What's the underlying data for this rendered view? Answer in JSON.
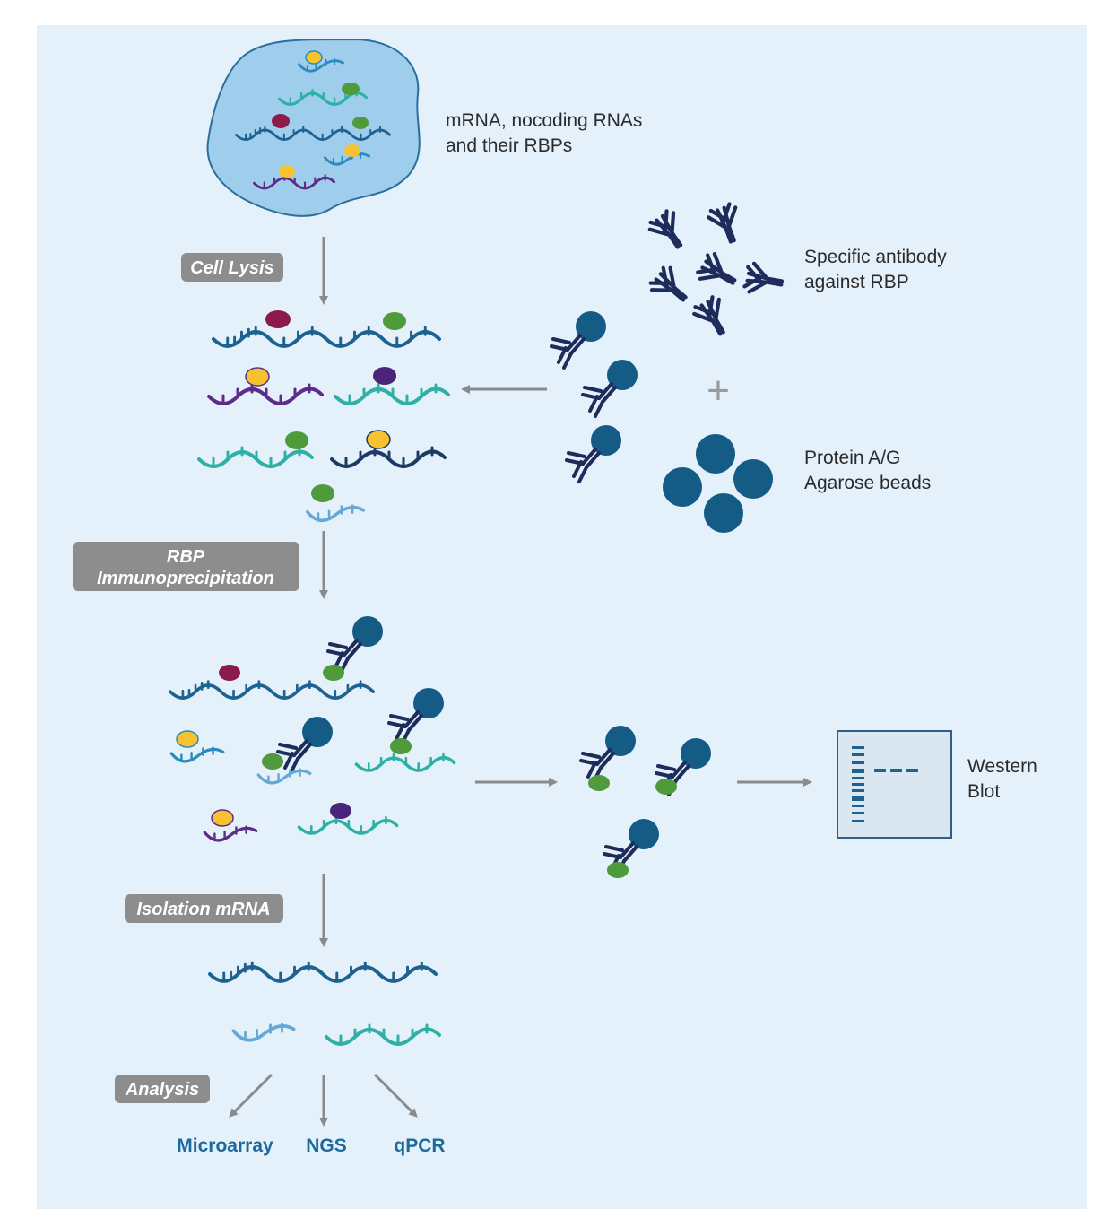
{
  "colors": {
    "background": "#e4f0fa",
    "cell_fill": "#9fcdec",
    "arrow": "#8a8a8a",
    "step_badge": "#8d8d8d",
    "antibody": "#1d2c5a",
    "bead": "#145c85",
    "rna_dark_blue": "#1d6290",
    "rna_teal": "#2fb0a5",
    "rna_purple": "#5c2c88",
    "rna_light_blue": "#64a8d6",
    "rna_navy": "#1d3a62",
    "protein_yellow": "#f7c230",
    "protein_green": "#4f9a3a",
    "protein_magenta": "#8c1a4a",
    "protein_purple": "#4a2478",
    "output_text": "#1d6a9c"
  },
  "labels": {
    "rna_line1": "mRNA, nocoding RNAs",
    "rna_line2": "and their RBPs",
    "antibody_line1": "Specific antibody",
    "antibody_line2": "against RBP",
    "plus": "+",
    "beads_line1": "Protein A/G",
    "beads_line2": "Agarose beads",
    "western_line1": "Western",
    "western_line2": "Blot"
  },
  "steps": {
    "cell_lysis": "Cell Lysis",
    "ip_line1": "RBP",
    "ip_line2": "Immunoprecipitation",
    "isolation": "Isolation mRNA",
    "analysis": "Analysis"
  },
  "outputs": {
    "microarray": "Microarray",
    "ngs": "NGS",
    "qpcr": "qPCR"
  },
  "icons": [
    "cell-icon",
    "rna-strand-icon",
    "rna-binding-protein-icon",
    "antibody-icon",
    "agarose-bead-icon",
    "western-blot-membrane-icon",
    "arrow-icon"
  ]
}
